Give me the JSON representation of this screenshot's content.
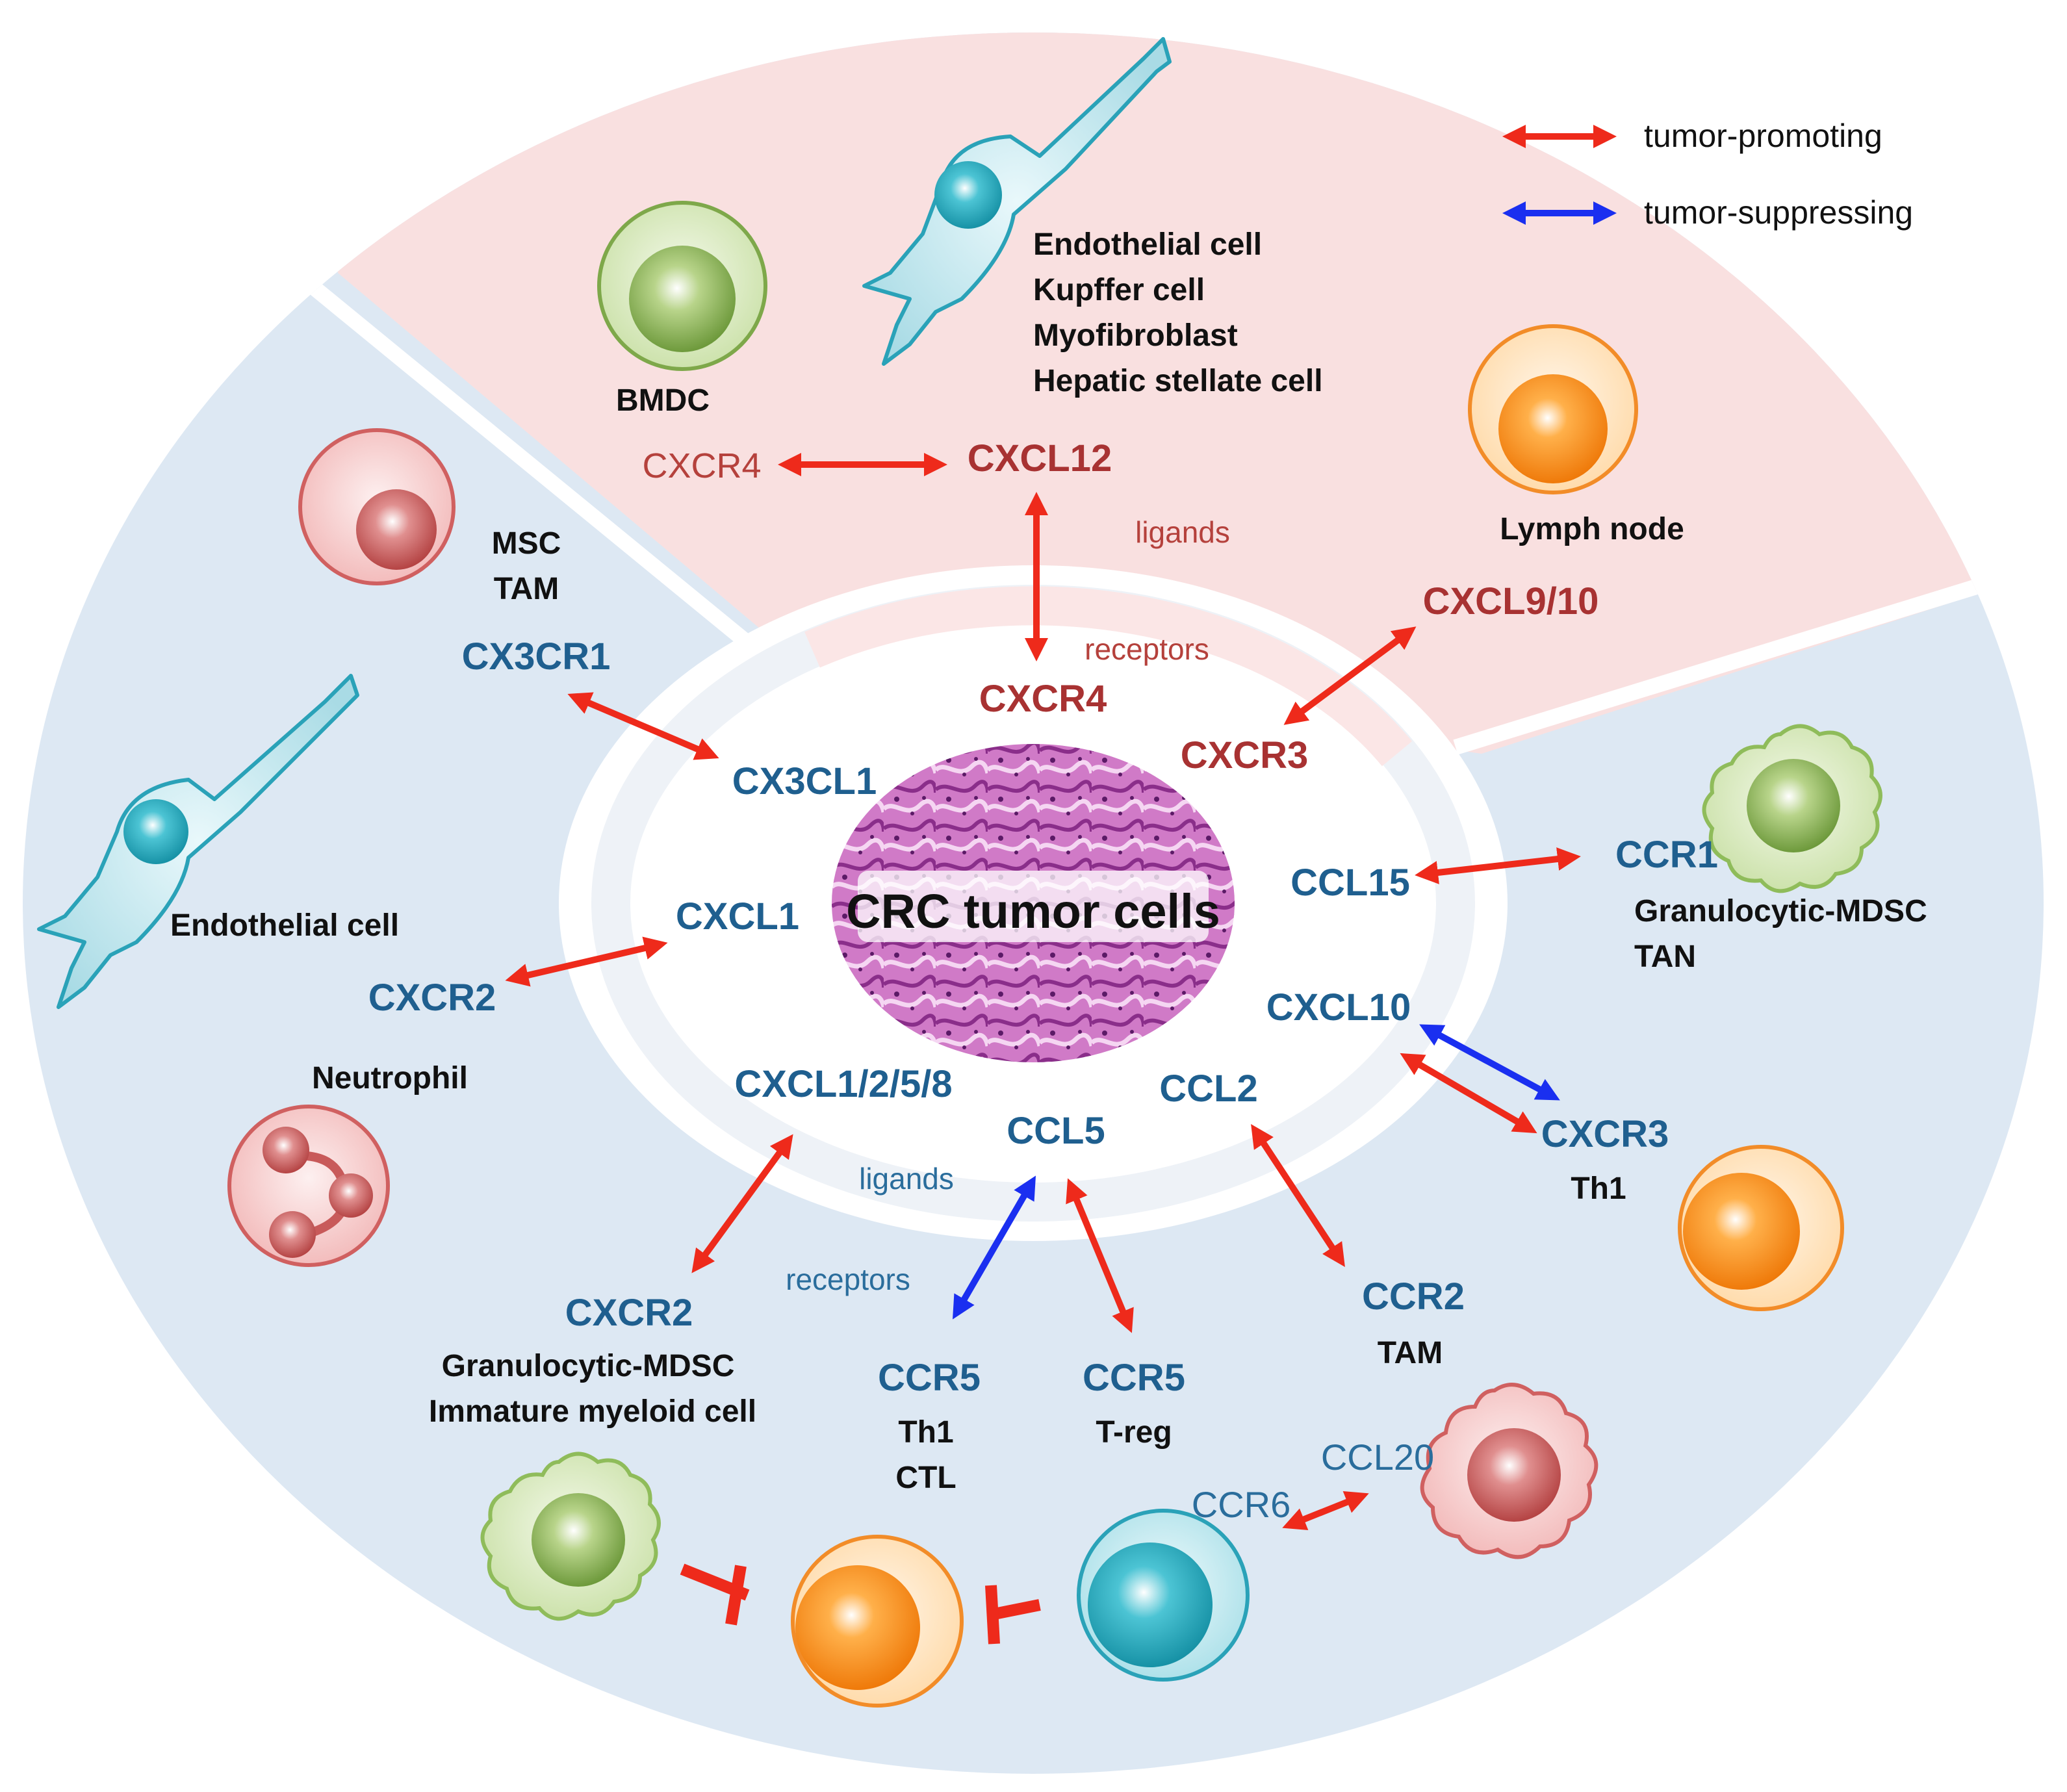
{
  "colors": {
    "blue_sector": "#dde8f3",
    "pink_sector": "#f9e0e0",
    "promoting_arrow": "#ee2a1b",
    "suppressing_arrow": "#1a2ff0",
    "blue_text": "#1f5f8f",
    "red_text": "#a83232"
  },
  "legend": {
    "promoting": "tumor-promoting",
    "suppressing": "tumor-suppressing"
  },
  "center": {
    "title": "CRC tumor cells"
  },
  "top": {
    "bmdc": "BMDC",
    "endothelial_group": [
      "Endothelial cell",
      "Kupffer cell",
      "Myofibroblast",
      "Hepatic stellate cell"
    ],
    "lymph_node": "Lymph node",
    "cxcr4_outer": "CXCR4",
    "cxcl12": "CXCL12",
    "ligands": "ligands",
    "receptors": "receptors",
    "cxcr4_inner": "CXCR4",
    "cxcl9_10": "CXCL9/10",
    "cxcr3_inner": "CXCR3"
  },
  "left": {
    "msc_tam": [
      "MSC",
      "TAM"
    ],
    "cx3cr1": "CX3CR1",
    "cx3cl1": "CX3CL1",
    "endothelial": "Endothelial cell",
    "cxcl1": "CXCL1",
    "cxcr2_left": "CXCR2",
    "neutrophil": "Neutrophil"
  },
  "right": {
    "ccl15": "CCL15",
    "ccr1": "CCR1",
    "ccr1_cells": [
      "Granulocytic-MDSC",
      "TAN"
    ],
    "cxcl10": "CXCL10",
    "cxcr3": "CXCR3",
    "th1": "Th1"
  },
  "bottom": {
    "cxcl1258": "CXCL1/2/5/8",
    "ccl5": "CCL5",
    "ccl2": "CCL2",
    "ligands": "ligands",
    "receptors": "receptors",
    "cxcr2": "CXCR2",
    "cxcr2_cells": [
      "Granulocytic-MDSC",
      "Immature myeloid cell"
    ],
    "ccr5_a": "CCR5",
    "ccr5_a_cells": [
      "Th1",
      "CTL"
    ],
    "ccr5_b": "CCR5",
    "ccr5_b_cells": [
      "T-reg"
    ],
    "ccr2": "CCR2",
    "ccr2_cells": [
      "TAM"
    ],
    "ccl20": "CCL20",
    "ccr6": "CCR6"
  }
}
